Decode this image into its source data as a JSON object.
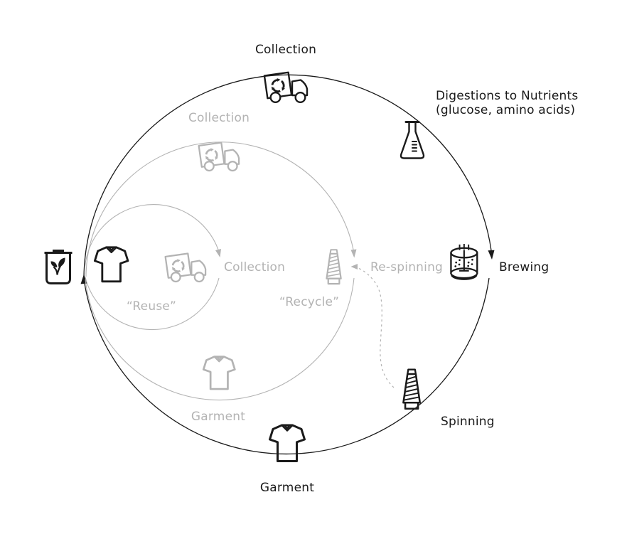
{
  "colors": {
    "ink": "#1a1a1a",
    "muted": "#b3b3b3",
    "background": "#ffffff"
  },
  "diagram": {
    "outer_loop": {
      "collection": "Collection",
      "digestion_line1": "Digestions to Nutrients",
      "digestion_line2": "(glucose, amino acids)",
      "brewing": "Brewing",
      "spinning": "Spinning",
      "garment": "Garment"
    },
    "recycle_loop": {
      "title": "“Recycle”",
      "collection": "Collection",
      "respinning": "Re-spinning",
      "garment": "Garment"
    },
    "reuse_loop": {
      "title": "“Reuse”",
      "collection": "Collection"
    },
    "icons": {
      "compost_bin": "bin-with-leaves-icon",
      "garment": "t-shirt-icon",
      "collection_truck": "recycling-truck-icon",
      "digestion": "erlenmeyer-flask-icon",
      "brewing": "stirred-bioreactor-icon",
      "spinning": "yarn-cone-icon"
    }
  }
}
